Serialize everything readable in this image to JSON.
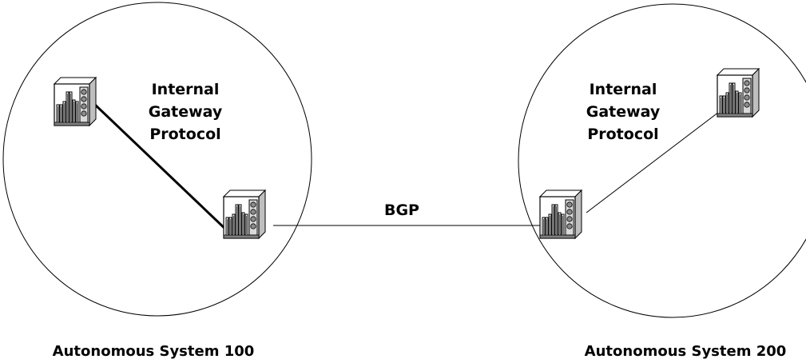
{
  "diagram": {
    "as_left": {
      "igp_lines": [
        "Internal",
        "Gateway",
        "Protocol"
      ],
      "caption": "Autonomous System 100"
    },
    "as_right": {
      "igp_lines": [
        "Internal",
        "Gateway",
        "Protocol"
      ],
      "caption": "Autonomous System 200"
    },
    "link_label": "BGP",
    "device_icon": "router-icon"
  }
}
